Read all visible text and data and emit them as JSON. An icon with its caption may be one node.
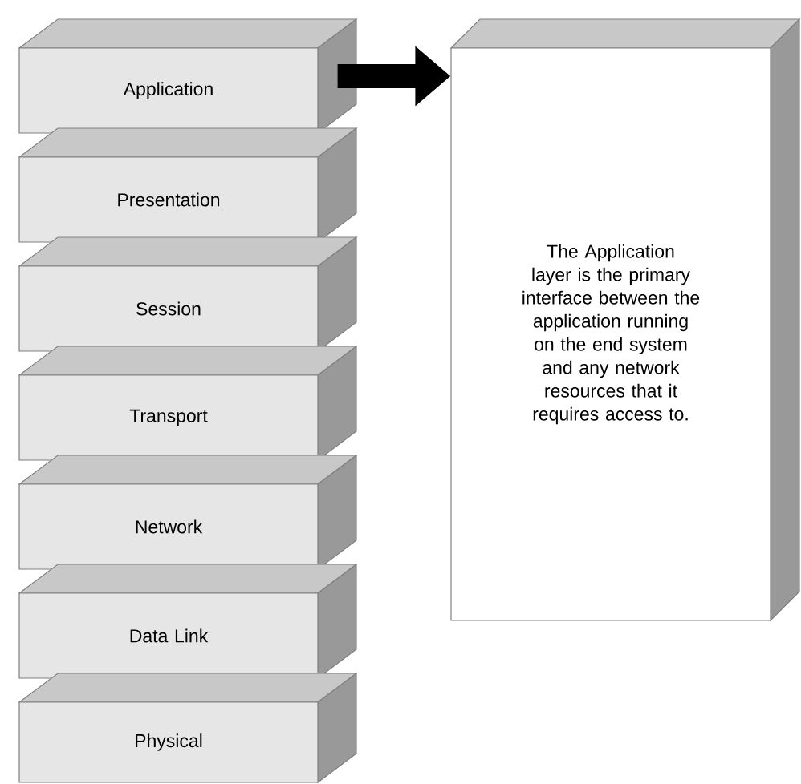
{
  "diagram": {
    "nodes": [
      {
        "text": [
          "Application"
        ]
      },
      {
        "text": [
          "Presentation"
        ]
      },
      {
        "text": [
          "Session"
        ]
      },
      {
        "text": [
          "Transport"
        ]
      },
      {
        "text": [
          "Network"
        ]
      },
      {
        "text": [
          "Data Link"
        ]
      },
      {
        "text": [
          "Physical"
        ]
      },
      {
        "text": [
          "The Application layer is the primary interface between the application running on the end system and any network resources that it requires access to."
        ]
      }
    ],
    "edges": [
      {
        "from": 0,
        "to": 7,
        "arrow": "to"
      }
    ]
  }
}
